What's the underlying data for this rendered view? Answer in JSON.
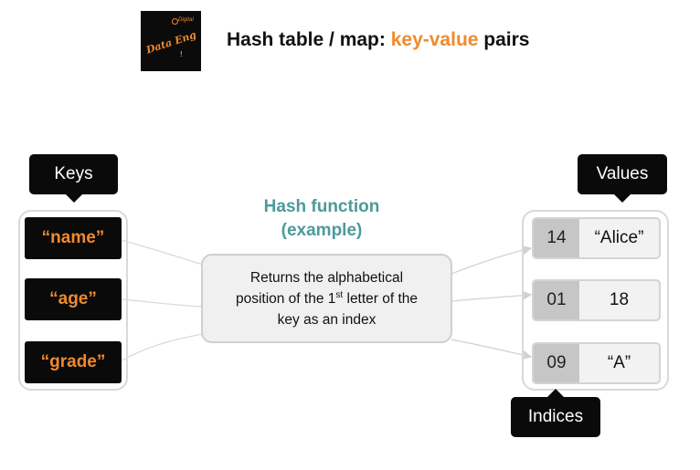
{
  "logo": {
    "text": "Data Eng",
    "badge": "Digital",
    "mark": "!",
    "icon": "data-eng-logo"
  },
  "title": {
    "prefix": "Hash table / map: ",
    "highlight": "key-value",
    "suffix": " pairs"
  },
  "keys": {
    "label": "Keys",
    "items": [
      "“name”",
      "“age”",
      "“grade”"
    ]
  },
  "hash_function": {
    "title_line1": "Hash function",
    "title_line2": "(example)",
    "line1": "Returns the alphabetical",
    "line2_before": "position of the 1",
    "line2_sup": "st",
    "line2_after": " letter of the",
    "line3": "key as an index"
  },
  "values": {
    "label": "Values",
    "rows": [
      {
        "index": "14",
        "value": "“Alice”"
      },
      {
        "index": "01",
        "value": "18"
      },
      {
        "index": "09",
        "value": "“A”"
      }
    ]
  },
  "indices_label": "Indices",
  "colors": {
    "accent_orange": "#ef8a2e",
    "teal": "#4d9a9a",
    "callout_bg": "#0a0a0a",
    "index_cell": "#c6c6c6"
  }
}
